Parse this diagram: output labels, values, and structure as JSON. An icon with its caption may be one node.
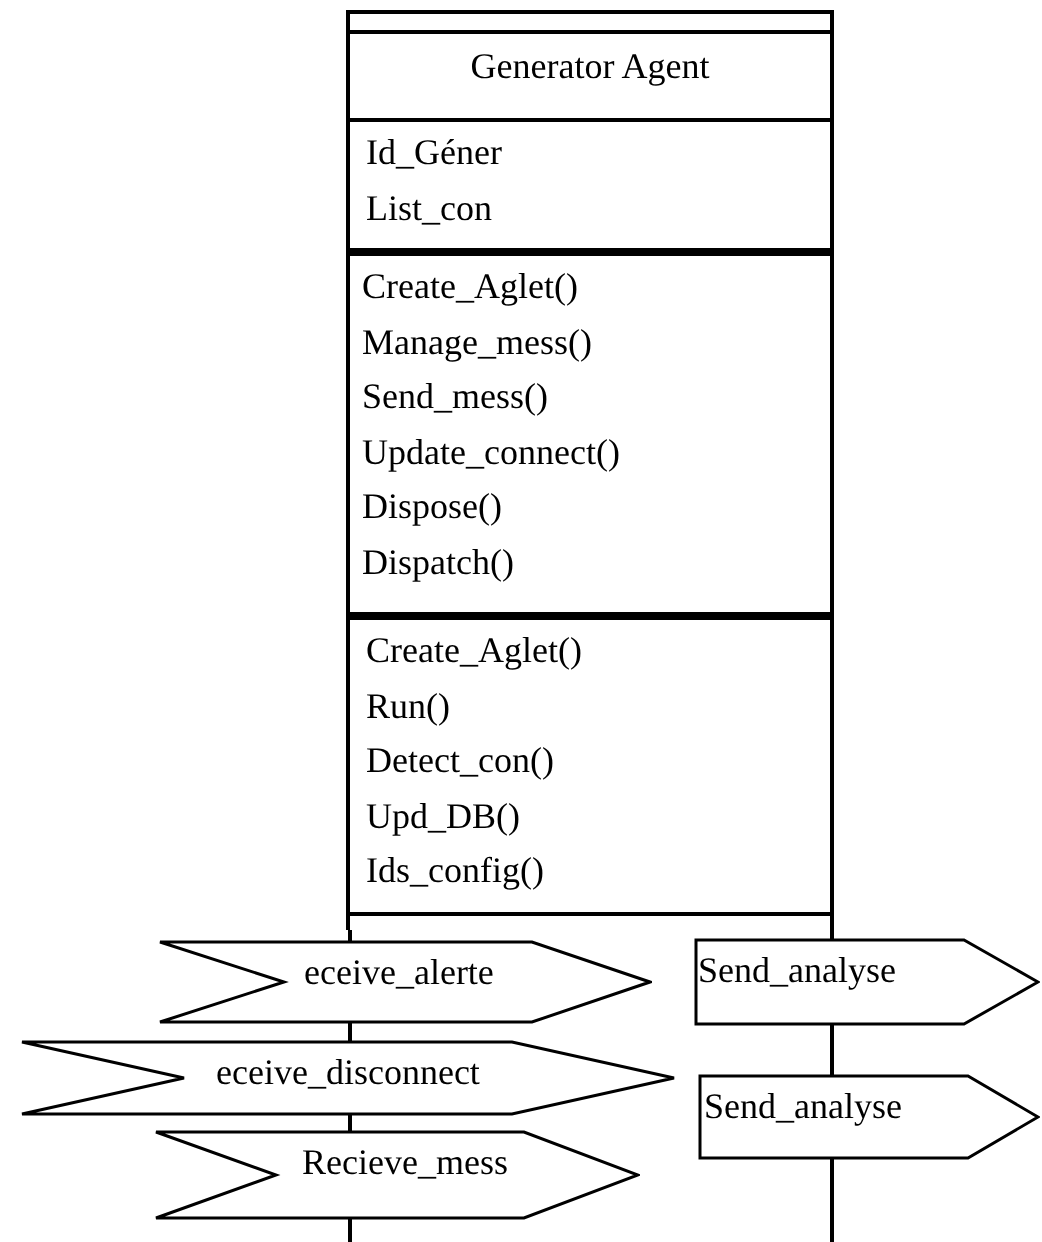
{
  "diagram": {
    "nodes": [
      {
        "text": [
          "Generator Agent"
        ]
      },
      {
        "text": [
          "Id_Géner",
          "List_con"
        ],
        "in": 0
      },
      {
        "text": [
          "Create_Aglet()",
          "Manage_mess()",
          "Send_mess()",
          "Update_connect()",
          "Dispose()",
          "Dispatch()"
        ],
        "in": 0
      },
      {
        "text": [
          "Create_Aglet()",
          "Run()",
          "Detect_con()",
          "Upd_DB()",
          "Ids_config()"
        ],
        "in": 0
      },
      {
        "text": [
          "eceive_alerte"
        ]
      },
      {
        "text": [
          "Send_analyse"
        ]
      },
      {
        "text": [
          "eceive_disconnect"
        ]
      },
      {
        "text": [
          "Send_analyse"
        ]
      },
      {
        "text": [
          "Recieve_mess"
        ]
      }
    ]
  }
}
